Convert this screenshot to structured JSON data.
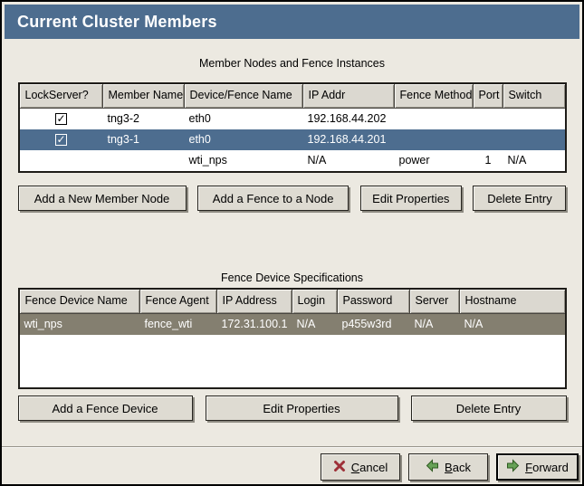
{
  "window": {
    "title": "Current Cluster Members"
  },
  "colors": {
    "dialog_bg": "#ece9e1",
    "header_bg": "#4d6d8f",
    "selected_row": "#4d6d8f",
    "fence_selected_row": "#847f70"
  },
  "icons": {
    "cancel": "red-x-icon",
    "back": "green-left-arrow-icon",
    "forward": "green-right-arrow-icon",
    "lockserver_check": "checkmark-icon"
  },
  "member_table": {
    "caption": "Member Nodes and Fence Instances",
    "columns": [
      "LockServer?",
      "Member Name",
      "Device/Fence Name",
      "IP Addr",
      "Fence Method",
      "Port",
      "Switch"
    ],
    "rows": [
      {
        "selected": false,
        "checkbox": true,
        "cells": [
          "",
          "tng3-2",
          "eth0",
          "192.168.44.202",
          "",
          "",
          ""
        ]
      },
      {
        "selected": true,
        "checkbox": true,
        "cells": [
          "",
          "tng3-1",
          "eth0",
          "192.168.44.201",
          "",
          "",
          ""
        ]
      },
      {
        "selected": false,
        "checkbox": null,
        "cells": [
          "",
          "",
          "wti_nps",
          "N/A",
          "power",
          "1",
          "N/A"
        ]
      }
    ],
    "buttons": [
      "Add a New Member Node",
      "Add a Fence to a Node",
      "Edit Properties",
      "Delete Entry"
    ]
  },
  "fence_table": {
    "caption": "Fence Device Specifications",
    "columns": [
      "Fence Device Name",
      "Fence Agent",
      "IP Address",
      "Login",
      "Password",
      "Server",
      "Hostname"
    ],
    "rows": [
      {
        "selected": true,
        "cells": [
          "wti_nps",
          "fence_wti",
          "172.31.100.1",
          "N/A",
          "p455w3rd",
          "N/A",
          "N/A"
        ]
      }
    ],
    "buttons": [
      "Add a Fence Device",
      "Edit Properties",
      "Delete Entry"
    ]
  },
  "footer": {
    "buttons": [
      {
        "label": "Cancel",
        "mnemonic": "C",
        "icon": "cancel",
        "default": false
      },
      {
        "label": "Back",
        "mnemonic": "B",
        "icon": "back",
        "default": false
      },
      {
        "label": "Forward",
        "mnemonic": "F",
        "icon": "forward",
        "default": true
      }
    ]
  }
}
